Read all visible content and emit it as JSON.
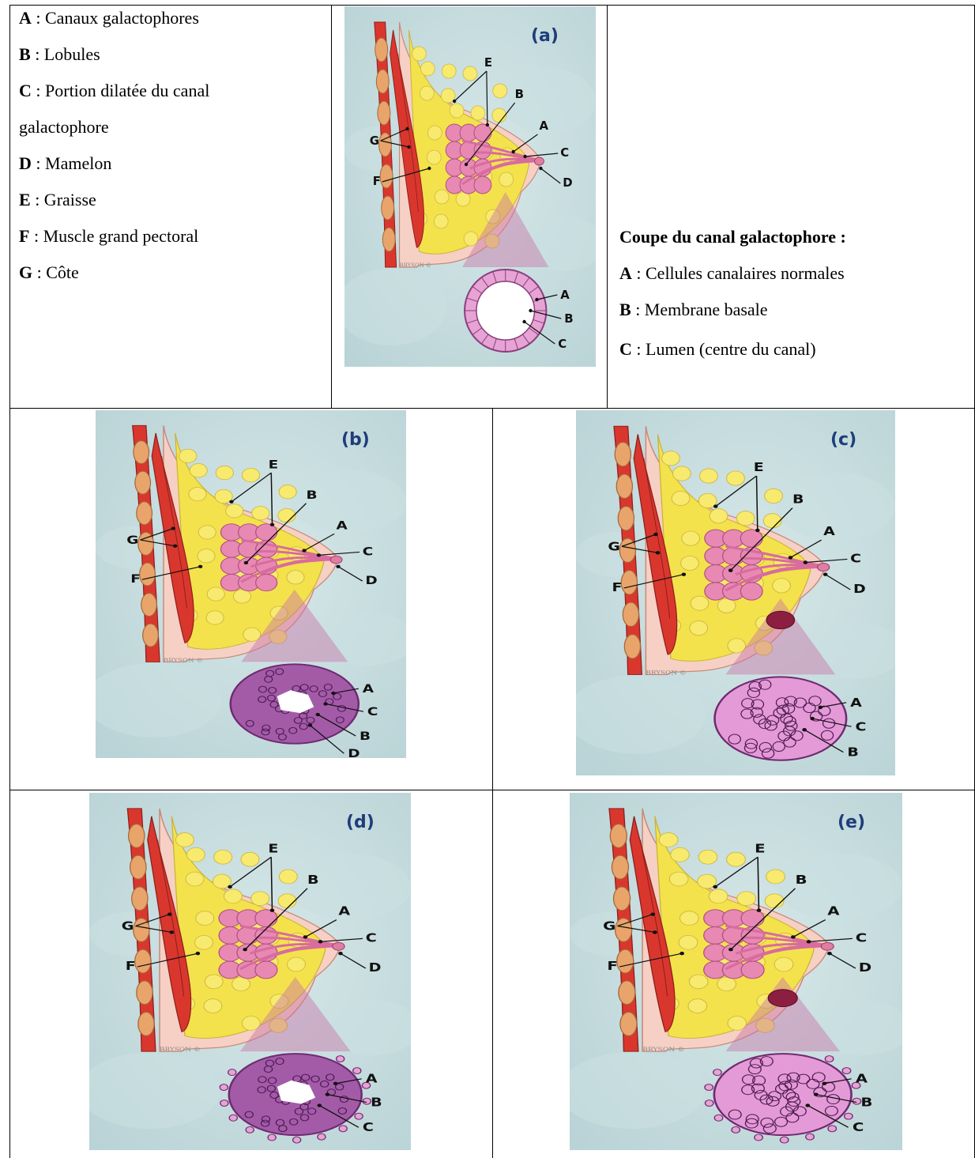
{
  "legend_left": [
    {
      "key": "A",
      "text": " : Canaux galactophores"
    },
    {
      "key": "B",
      "text": " : Lobules"
    },
    {
      "key": "C",
      "text": " : Portion dilatée du canal"
    },
    {
      "key": "",
      "text": "galactophore"
    },
    {
      "key": "D",
      "text": " : Mamelon"
    },
    {
      "key": "E",
      "text": " : Graisse"
    },
    {
      "key": "F",
      "text": " : Muscle grand pectoral"
    },
    {
      "key": "G",
      "text": " : Côte"
    }
  ],
  "legend_right": {
    "title": "Coupe du canal galactophore :",
    "items": [
      {
        "key": "A",
        "text": " : Cellules canalaires normales"
      },
      {
        "key": "B",
        "text": " : Membrane basale"
      },
      {
        "key": "C",
        "text": " : Lumen (centre du canal)"
      }
    ]
  },
  "panels": [
    {
      "id": "a",
      "label": "(a)",
      "watermark": "BRYSON ©",
      "section_type": "normal",
      "section_labels": [
        "A",
        "B",
        "C"
      ]
    },
    {
      "id": "b",
      "label": "(b)",
      "watermark": "BRYSON ©",
      "section_type": "hyperplasia",
      "section_labels": [
        "A",
        "C",
        "B",
        "D"
      ]
    },
    {
      "id": "c",
      "label": "(c)",
      "watermark": "BRYSON ©",
      "section_type": "tumor",
      "section_labels": [
        "A",
        "C",
        "B"
      ]
    },
    {
      "id": "d",
      "label": "(d)",
      "watermark": "BRYSON ©",
      "section_type": "invasive-hyperplasia",
      "section_labels": [
        "A",
        "B",
        "C"
      ]
    },
    {
      "id": "e",
      "label": "(e)",
      "watermark": "BRYSON ©",
      "section_type": "invasive-tumor",
      "section_labels": [
        "A",
        "B",
        "C"
      ]
    }
  ],
  "anatomy_labels": [
    "E",
    "B",
    "A",
    "G",
    "C",
    "F",
    "D"
  ],
  "colors": {
    "background": "#b9d3d6",
    "fat": "#f4e24c",
    "muscle": "#d9372e",
    "rib": "#e8a46b",
    "gland": "#e889b4",
    "duct_cell": "#e6a3d4",
    "section_purple": "#a35ba8"
  }
}
